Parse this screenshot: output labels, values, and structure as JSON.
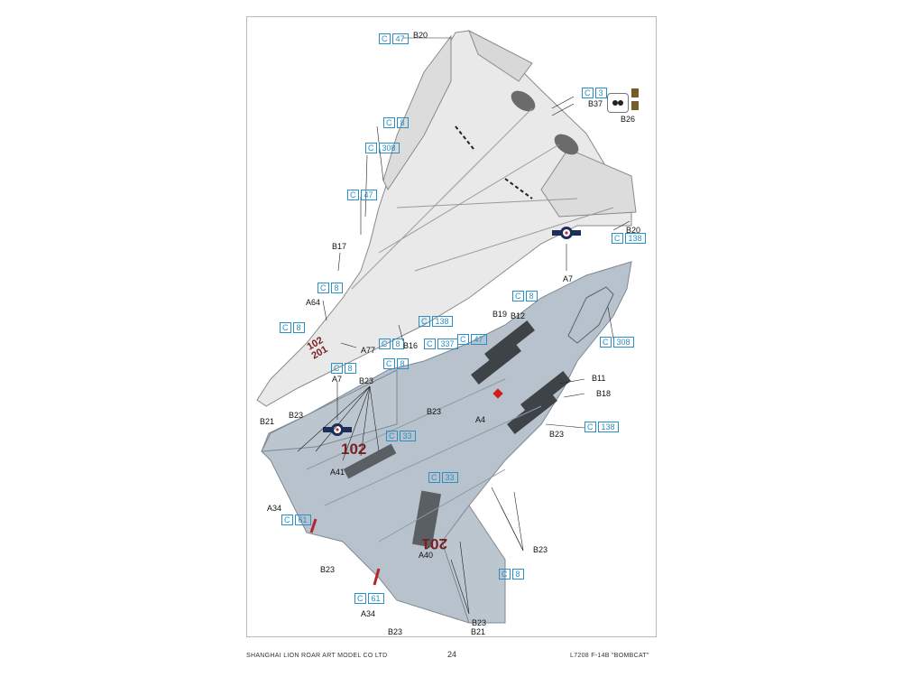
{
  "footer": {
    "left": "SHANGHAI LION ROAR ART MODEL CO LTD",
    "page": "24",
    "right": "L7208   F-14B   \"BOMBCAT\""
  },
  "aircraft_marks": {
    "modex_top": "102",
    "modex_top_flipped": "201",
    "modex_bottom": "102",
    "modex_bottom_flipped": "201"
  },
  "paint_callouts": [
    {
      "id": "c47-top",
      "letter": "C",
      "num": "47"
    },
    {
      "id": "c3",
      "letter": "C",
      "num": "3"
    },
    {
      "id": "c8-a",
      "letter": "C",
      "num": "8"
    },
    {
      "id": "c308-a",
      "letter": "C",
      "num": "308"
    },
    {
      "id": "c47-b",
      "letter": "C",
      "num": "47"
    },
    {
      "id": "c138-a",
      "letter": "C",
      "num": "138"
    },
    {
      "id": "c8-b",
      "letter": "C",
      "num": "8"
    },
    {
      "id": "c8-c",
      "letter": "C",
      "num": "8"
    },
    {
      "id": "c8-d",
      "letter": "C",
      "num": "8"
    },
    {
      "id": "c138-b",
      "letter": "C",
      "num": "138"
    },
    {
      "id": "c308-b",
      "letter": "C",
      "num": "308"
    },
    {
      "id": "c8-e",
      "letter": "C",
      "num": "8"
    },
    {
      "id": "c337",
      "letter": "C",
      "num": "337"
    },
    {
      "id": "c47-c",
      "letter": "C",
      "num": "47"
    },
    {
      "id": "c8-f",
      "letter": "C",
      "num": "8"
    },
    {
      "id": "c8-g",
      "letter": "C",
      "num": "8"
    },
    {
      "id": "c138-c",
      "letter": "C",
      "num": "138"
    },
    {
      "id": "c33-a",
      "letter": "C",
      "num": "33"
    },
    {
      "id": "c33-b",
      "letter": "C",
      "num": "33"
    },
    {
      "id": "c61-a",
      "letter": "C",
      "num": "61"
    },
    {
      "id": "c8-h",
      "letter": "C",
      "num": "8"
    },
    {
      "id": "c61-b",
      "letter": "C",
      "num": "61"
    }
  ],
  "decal_labels": [
    {
      "id": "b20-top",
      "text": "B20"
    },
    {
      "id": "b37",
      "text": "B37"
    },
    {
      "id": "b26",
      "text": "B26"
    },
    {
      "id": "b20-right",
      "text": "B20"
    },
    {
      "id": "b17",
      "text": "B17"
    },
    {
      "id": "a7-top",
      "text": "A7"
    },
    {
      "id": "a64",
      "text": "A64"
    },
    {
      "id": "b19",
      "text": "B19"
    },
    {
      "id": "b12",
      "text": "B12"
    },
    {
      "id": "a77",
      "text": "A77"
    },
    {
      "id": "b16",
      "text": "B16"
    },
    {
      "id": "a7-bottom",
      "text": "A7"
    },
    {
      "id": "b23-a",
      "text": "B23"
    },
    {
      "id": "b11",
      "text": "B11"
    },
    {
      "id": "b18",
      "text": "B18"
    },
    {
      "id": "b21-left",
      "text": "B21"
    },
    {
      "id": "b23-b",
      "text": "B23"
    },
    {
      "id": "b23-c",
      "text": "B23"
    },
    {
      "id": "a4",
      "text": "A4"
    },
    {
      "id": "b23-d",
      "text": "B23"
    },
    {
      "id": "a41",
      "text": "A41"
    },
    {
      "id": "a34-a",
      "text": "A34"
    },
    {
      "id": "b23-e",
      "text": "B23"
    },
    {
      "id": "a40",
      "text": "A40"
    },
    {
      "id": "b23-f",
      "text": "B23"
    },
    {
      "id": "a34-b",
      "text": "A34"
    },
    {
      "id": "b23-g",
      "text": "B23"
    },
    {
      "id": "b23-h",
      "text": "B23"
    },
    {
      "id": "b21-bottom",
      "text": "B21"
    }
  ],
  "colors": {
    "top_view_fill": "#e9e9e9",
    "bottom_view_fill": "#b7c2cc",
    "panel_line": "#8a8a8a",
    "callout_blue": "#2a8fc4",
    "modex_red": "#7a1f1f",
    "dark_panel": "#3e4347"
  }
}
